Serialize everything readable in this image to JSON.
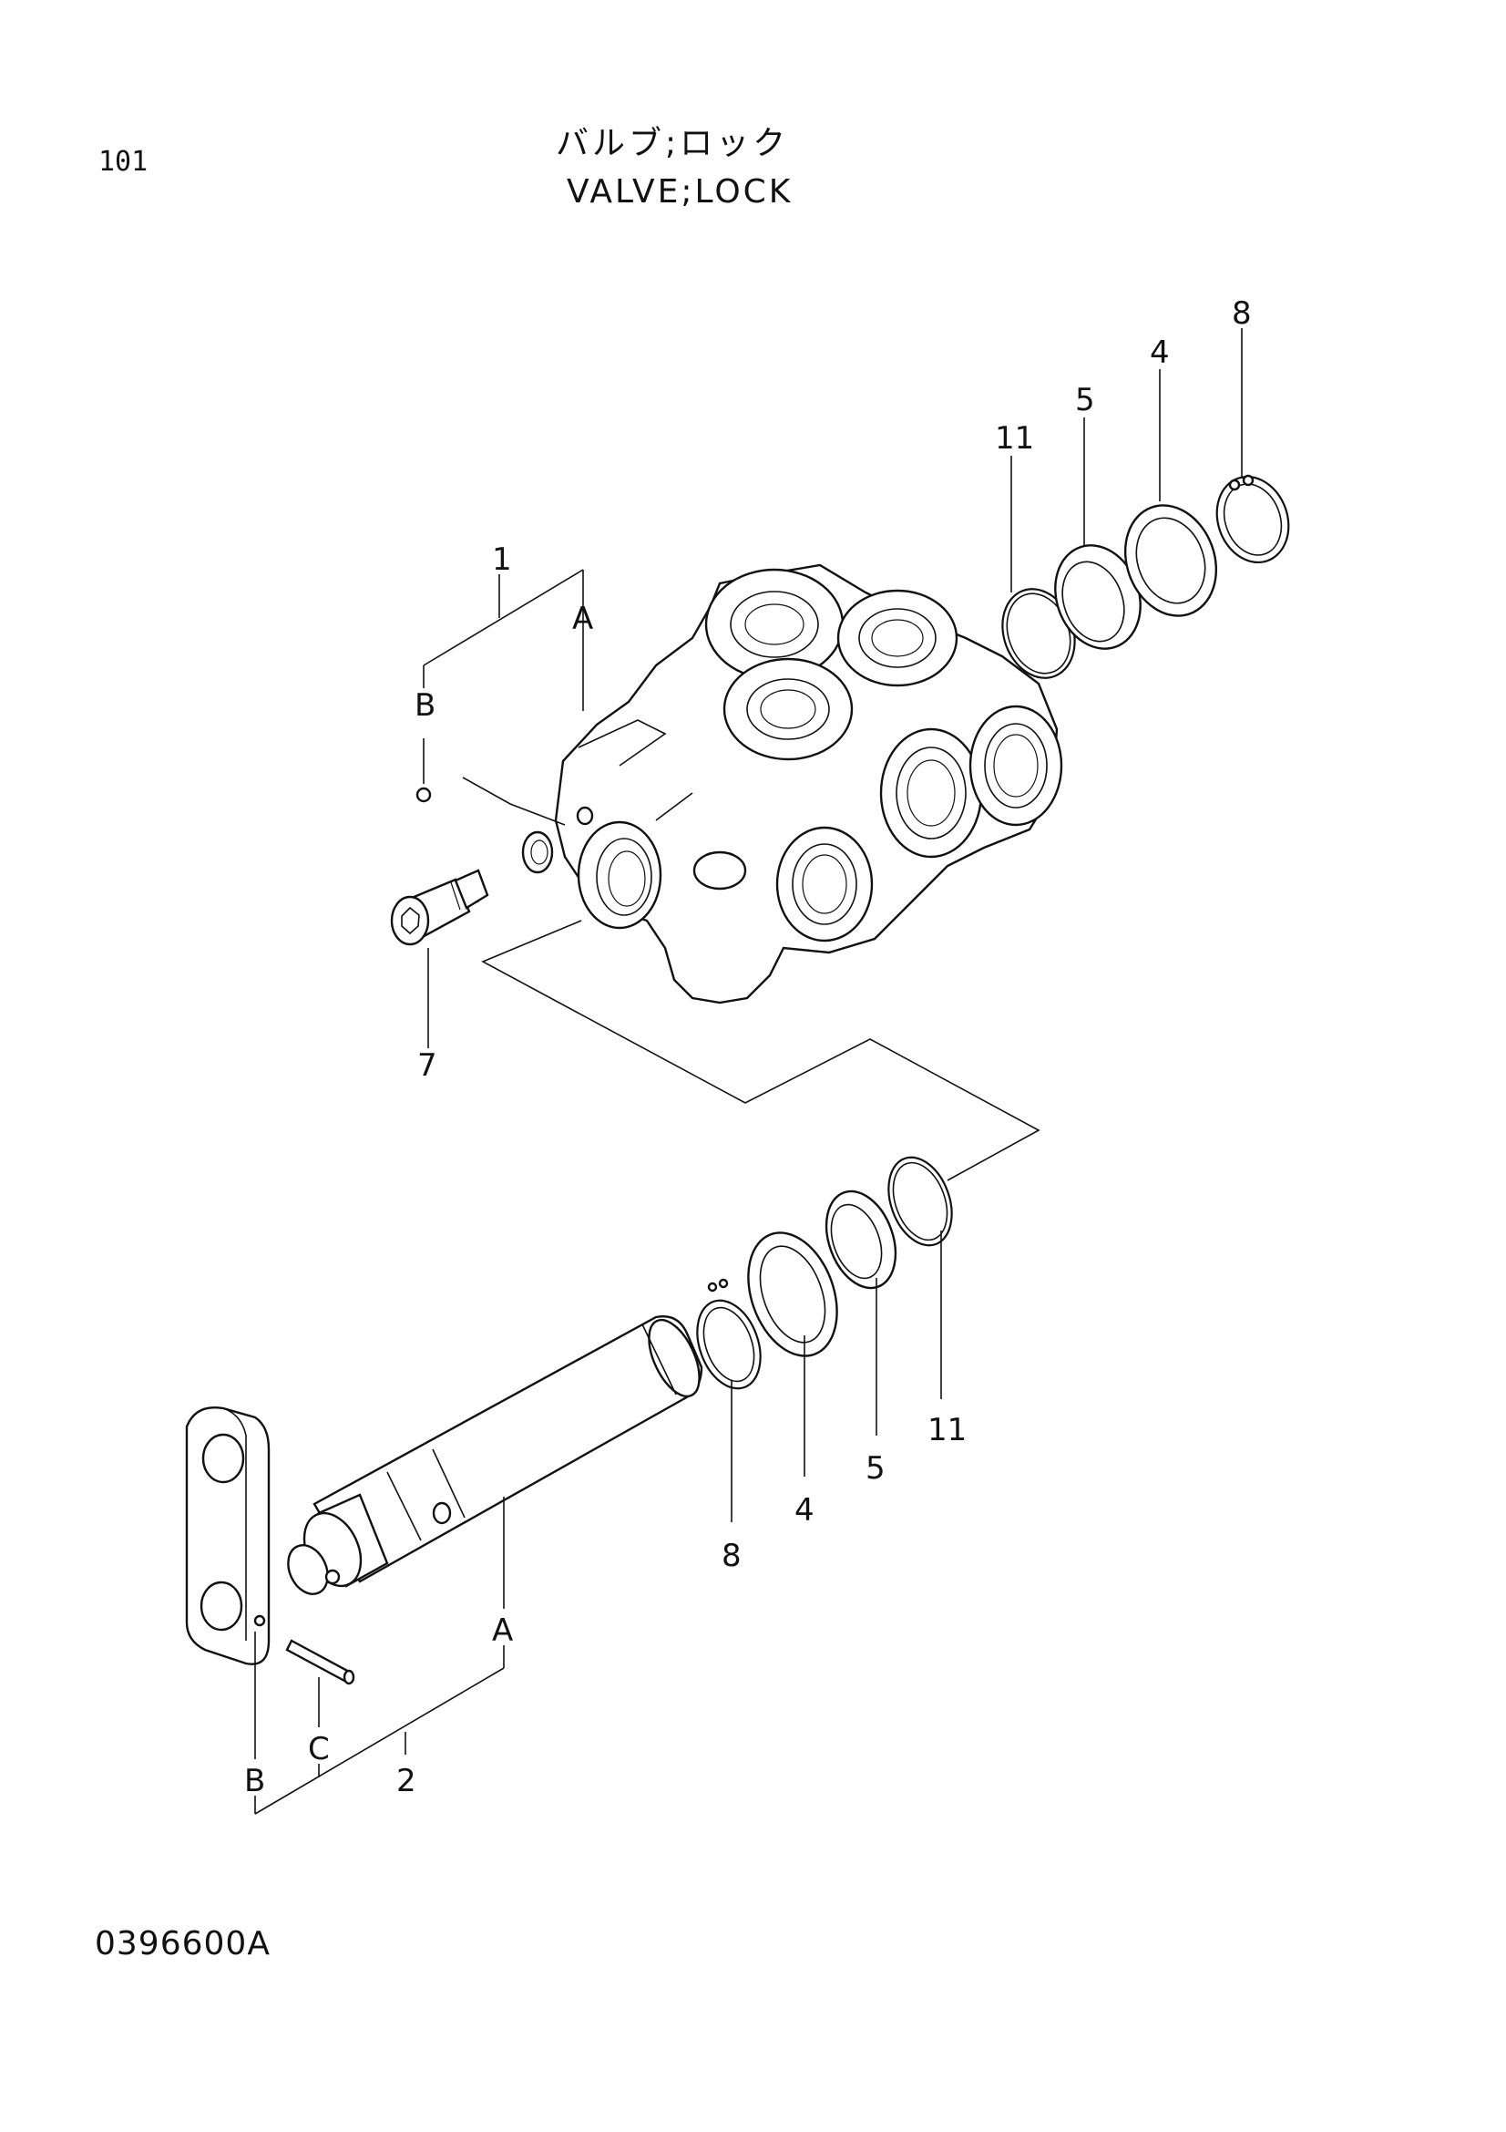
{
  "header": {
    "page_number": "101",
    "title_jp": "バルブ;ロック",
    "title_en": "VALVE;LOCK"
  },
  "footer": {
    "drawing_number": "0396600A"
  },
  "callouts": {
    "upper": {
      "c8": "8",
      "c4": "4",
      "c5": "5",
      "c11": "11",
      "c1": "1",
      "cA": "A",
      "cB": "B",
      "c7": "7"
    },
    "lower": {
      "c11": "11",
      "c5": "5",
      "c4": "4",
      "c8": "8",
      "cA": "A",
      "cC": "C",
      "cB": "B",
      "c2": "2"
    }
  }
}
